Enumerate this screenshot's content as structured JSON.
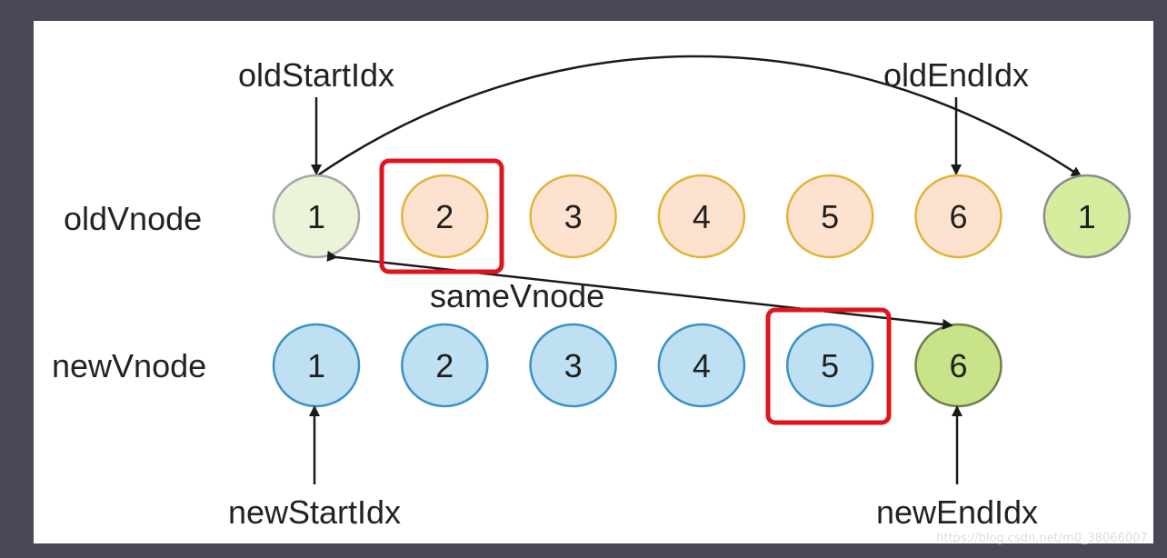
{
  "labels": {
    "old_start_idx": "oldStartIdx",
    "old_end_idx": "oldEndIdx",
    "old_vnode": "oldVnode",
    "new_vnode": "newVnode",
    "same_vnode": "sameVnode",
    "new_start_idx": "newStartIdx",
    "new_end_idx": "newEndIdx"
  },
  "old_nodes": [
    {
      "label": "1",
      "fill": "#eaf4d9",
      "stroke": "#a7a7a7"
    },
    {
      "label": "2",
      "fill": "#fde3cf",
      "stroke": "#e3b338"
    },
    {
      "label": "3",
      "fill": "#fde3cf",
      "stroke": "#e3b338"
    },
    {
      "label": "4",
      "fill": "#fde3cf",
      "stroke": "#e3b338"
    },
    {
      "label": "5",
      "fill": "#fde3cf",
      "stroke": "#e3b338"
    },
    {
      "label": "6",
      "fill": "#fde3cf",
      "stroke": "#e3b338"
    },
    {
      "label": "1",
      "fill": "#d6ec9f",
      "stroke": "#8c8c8c"
    }
  ],
  "new_nodes": [
    {
      "label": "1",
      "fill": "#bfe0f3",
      "stroke": "#3b92c4"
    },
    {
      "label": "2",
      "fill": "#bfe0f3",
      "stroke": "#3b92c4"
    },
    {
      "label": "3",
      "fill": "#bfe0f3",
      "stroke": "#3b92c4"
    },
    {
      "label": "4",
      "fill": "#bfe0f3",
      "stroke": "#3b92c4"
    },
    {
      "label": "5",
      "fill": "#bfe0f3",
      "stroke": "#3b92c4"
    },
    {
      "label": "6",
      "fill": "#c9e389",
      "stroke": "#6f7f4a"
    }
  ],
  "colors": {
    "background": "#474756",
    "panel": "#ffffff",
    "highlight_box": "#e0141e",
    "arrow": "#1a1a1a"
  },
  "watermark": "https://blog.csdn.net/m0_38066007"
}
